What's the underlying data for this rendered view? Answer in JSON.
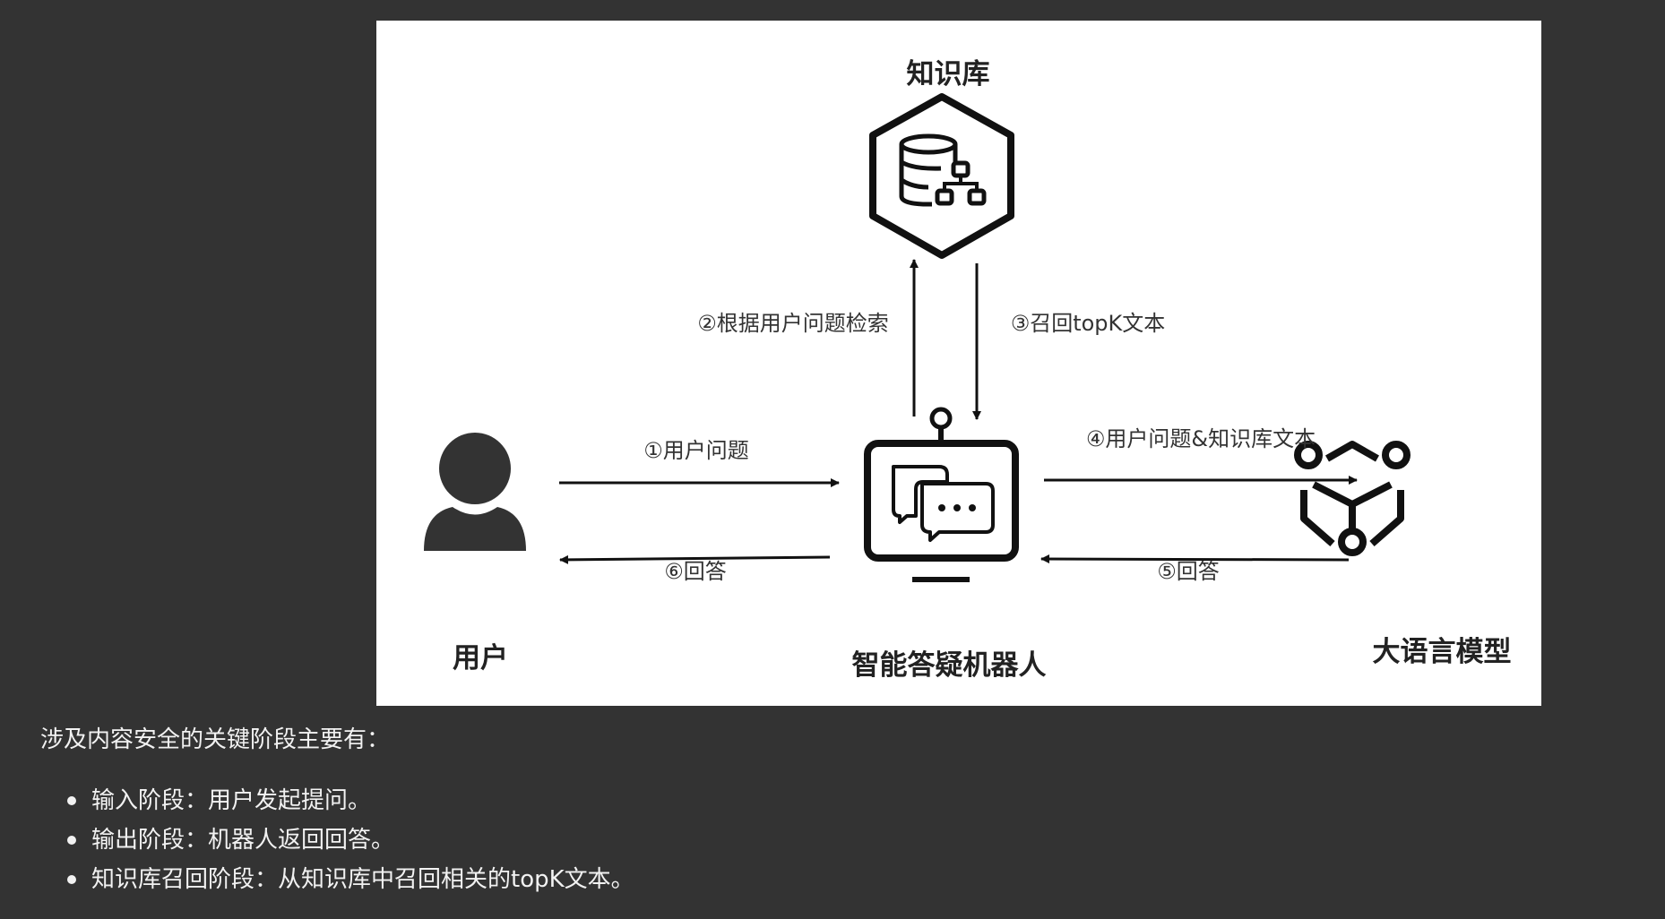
{
  "diagram": {
    "nodes": {
      "knowledge_base": "知识库",
      "user": "用户",
      "qa_robot": "智能答疑机器人",
      "llm": "大语言模型"
    },
    "edges": {
      "step1": "①用户问题",
      "step2": "②根据用户问题检索",
      "step3": "③召回topK文本",
      "step4": "④用户问题&知识库文本",
      "step5": "⑤回答",
      "step6": "⑥回答"
    },
    "icons": {
      "knowledge_base": "database-hexagon-icon",
      "user": "user-silhouette-icon",
      "qa_robot": "chat-robot-icon",
      "llm": "model-network-icon"
    }
  },
  "text": {
    "intro": "涉及内容安全的关键阶段主要有：",
    "points": [
      "输入阶段：用户发起提问。",
      "输出阶段：机器人返回回答。",
      "知识库召回阶段：从知识库中召回相关的topK文本。"
    ]
  }
}
